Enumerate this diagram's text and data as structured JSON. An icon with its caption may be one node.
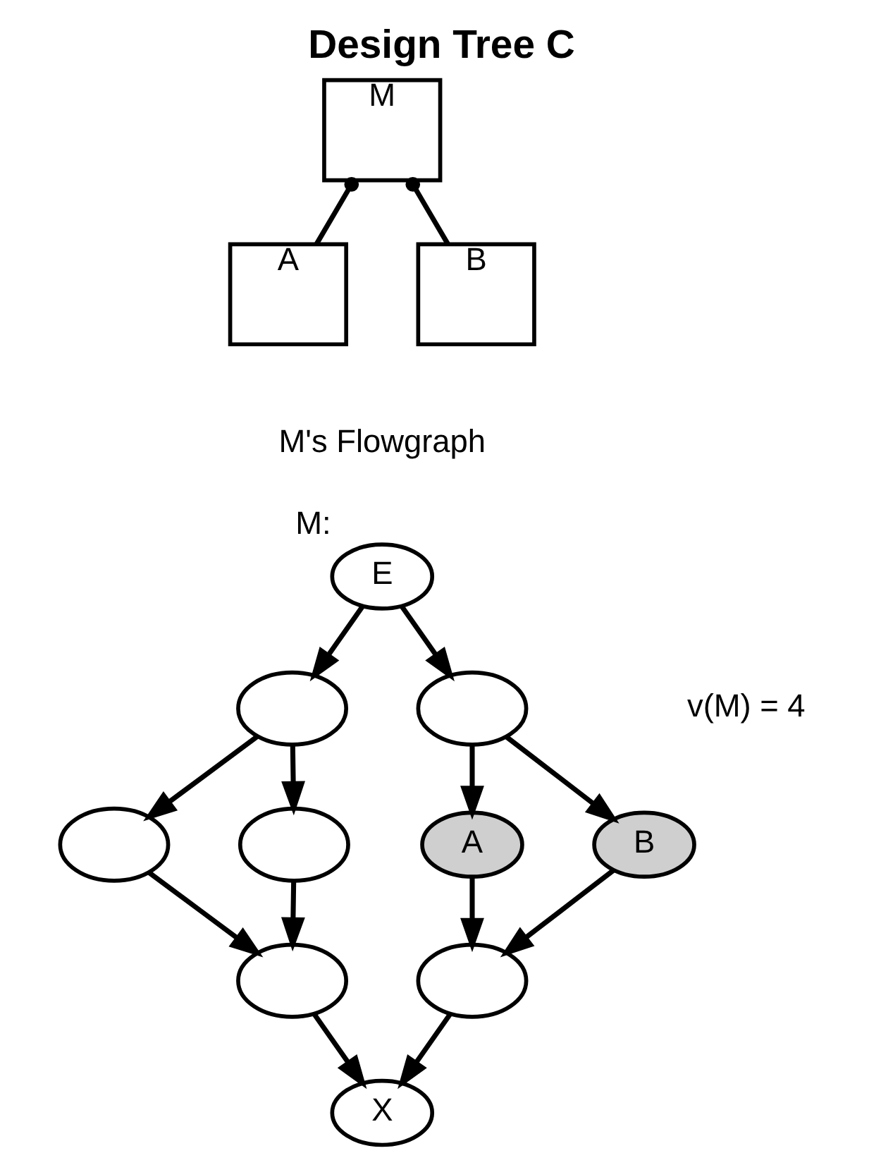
{
  "diagram": {
    "title": "Design Tree C",
    "nodes": [
      {
        "text": [
          "M"
        ]
      },
      {
        "text": [
          "A"
        ]
      },
      {
        "text": [
          "B"
        ]
      },
      {
        "text": [
          "E"
        ],
        "beside": [
          "M:"
        ]
      },
      {
        "text": [],
        "shape": "ellipse"
      },
      {
        "text": [],
        "shape": "ellipse"
      },
      {
        "text": [],
        "shape": "ellipse"
      },
      {
        "text": [],
        "shape": "ellipse"
      },
      {
        "text": [
          "A"
        ]
      },
      {
        "text": [
          "B"
        ]
      },
      {
        "text": [],
        "shape": "ellipse"
      },
      {
        "text": [],
        "shape": "ellipse"
      },
      {
        "text": [
          "X"
        ]
      }
    ],
    "edges": [
      {
        "from": 0,
        "to": 1,
        "arrow": "other"
      },
      {
        "from": 0,
        "to": 2,
        "arrow": "other"
      },
      {
        "from": 3,
        "to": 4,
        "arrow": "to"
      },
      {
        "from": 3,
        "to": 5,
        "arrow": "to"
      },
      {
        "from": 4,
        "to": 6,
        "arrow": "to"
      },
      {
        "from": 4,
        "to": 7,
        "arrow": "to"
      },
      {
        "from": 5,
        "to": 8,
        "arrow": "to"
      },
      {
        "from": 5,
        "to": 9,
        "arrow": "to"
      },
      {
        "from": 6,
        "to": 10,
        "arrow": "to"
      },
      {
        "from": 7,
        "to": 10,
        "arrow": "to"
      },
      {
        "from": 8,
        "to": 11,
        "arrow": "to"
      },
      {
        "from": 9,
        "to": 11,
        "arrow": "to"
      },
      {
        "from": 10,
        "to": 12,
        "arrow": "to"
      },
      {
        "from": 11,
        "to": 12,
        "arrow": "to"
      }
    ],
    "labels": [
      "M's Flowgraph",
      "v(M) = 4"
    ]
  }
}
